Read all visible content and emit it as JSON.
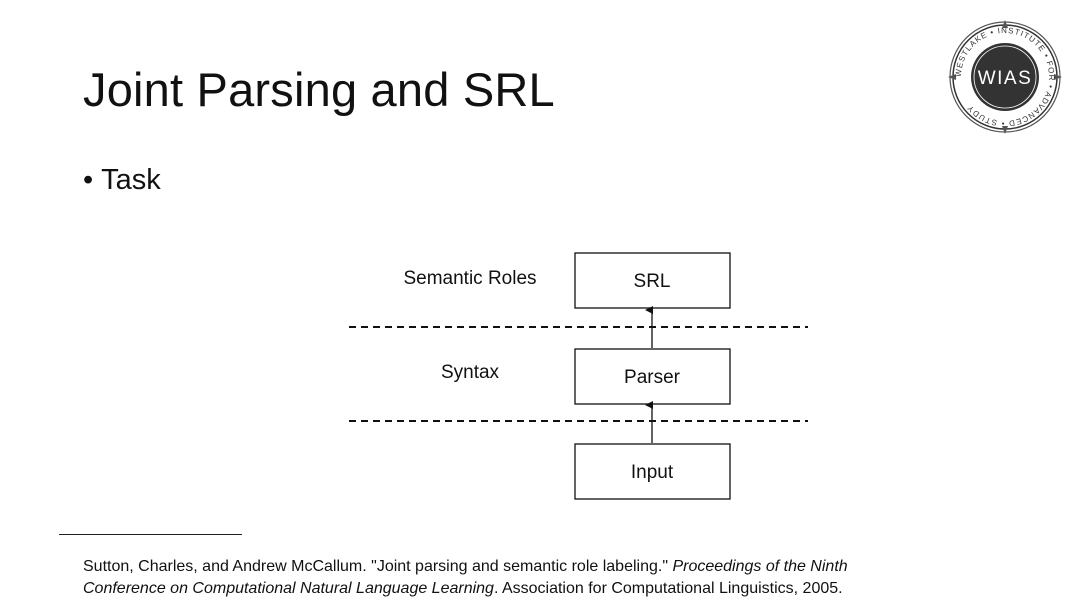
{
  "slide": {
    "title": "Joint Parsing and SRL",
    "bullet": "Task"
  },
  "logo": {
    "text": "WIAS",
    "ring_text": "WESTLAKE • INSTITUTE • FOR • ADVANCED • STUDY"
  },
  "diagram": {
    "layers": [
      {
        "label": "Semantic Roles",
        "box": "SRL"
      },
      {
        "label": "Syntax",
        "box": "Parser"
      },
      {
        "label": "",
        "box": "Input"
      }
    ]
  },
  "citation": {
    "line1_plain": "Sutton, Charles, and Andrew McCallum. \"Joint parsing and semantic role labeling.\" ",
    "line1_italic": "Proceedings of the Ninth",
    "line2_italic": "Conference on Computational Natural Language Learning",
    "line2_plain": ". Association for Computational Linguistics, 2005."
  },
  "colors": {
    "text": "#111111",
    "logo_dark": "#333333"
  }
}
